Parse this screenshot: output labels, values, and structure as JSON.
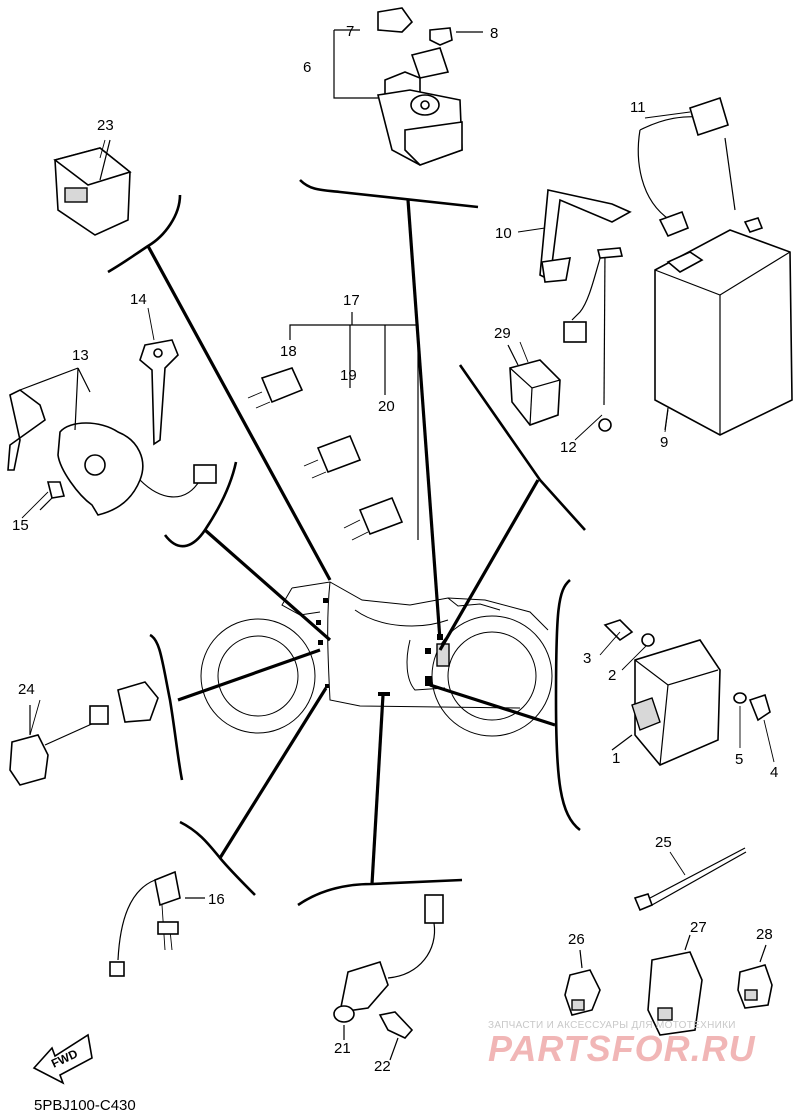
{
  "labels": {
    "p1": "1",
    "p2": "2",
    "p3": "3",
    "p4": "4",
    "p5": "5",
    "p6": "6",
    "p7": "7",
    "p8": "8",
    "p9": "9",
    "p10": "10",
    "p11": "11",
    "p12": "12",
    "p13": "13",
    "p14": "14",
    "p15": "15",
    "p16": "16",
    "p17": "17",
    "p18": "18",
    "p19": "19",
    "p20": "20",
    "p21": "21",
    "p22": "22",
    "p23": "23",
    "p24": "24",
    "p25": "25",
    "p26": "26",
    "p27": "27",
    "p28": "28",
    "p29": "29"
  },
  "fwd_arrow": "FWD",
  "catalog_code": "5PBJ100-C430",
  "watermark": {
    "tagline": "ЗАПЧАСТИ И АКСЕССУАРЫ ДЛЯ МОТОТЕХНИКИ",
    "brand": "PARTSFOR.RU"
  }
}
